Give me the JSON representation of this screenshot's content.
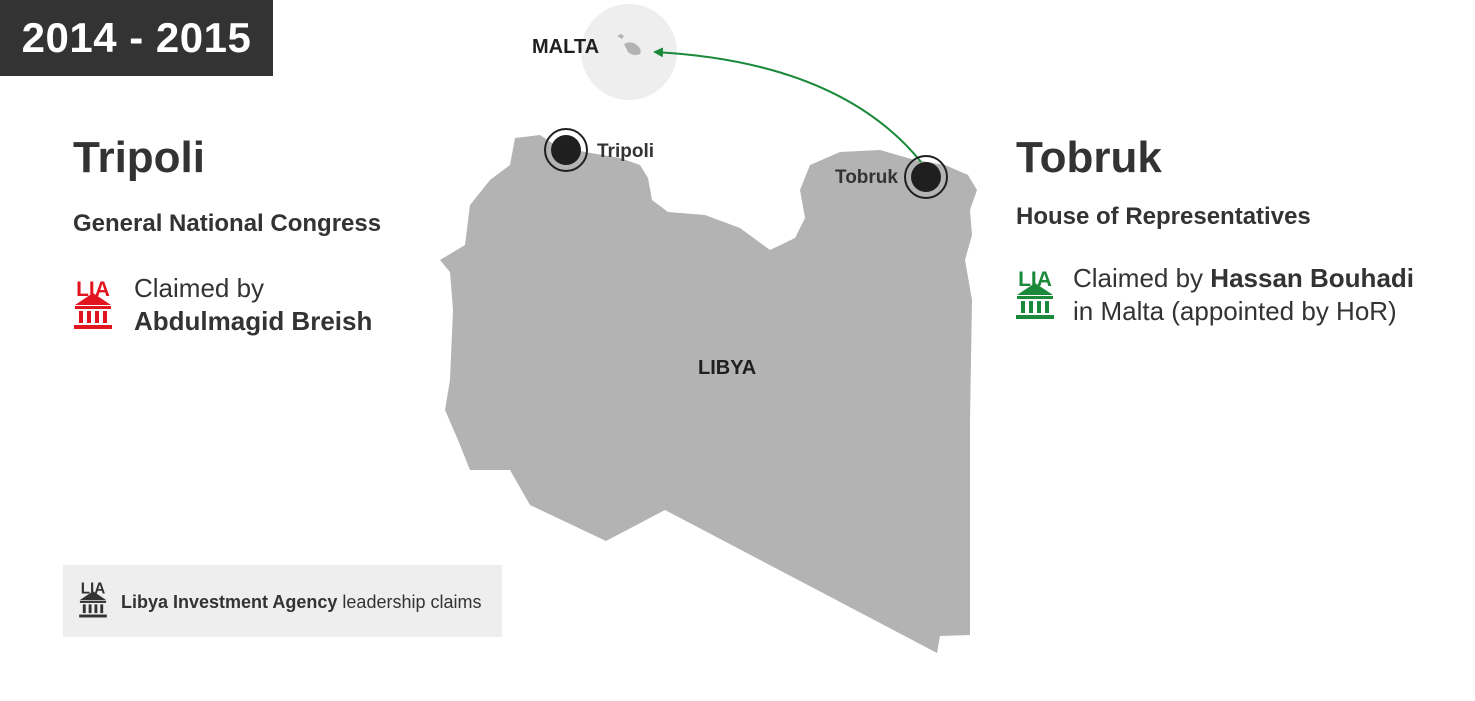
{
  "period": "2014 - 2015",
  "map": {
    "country_label": "LIBYA",
    "malta_label": "MALTA",
    "tripoli_label": "Tripoli",
    "tobruk_label": "Tobruk",
    "country_fill": "#b3b3b3",
    "malta_circle_fill": "#eeeeee",
    "arrow_color": "#1a8a3a"
  },
  "left": {
    "city": "Tripoli",
    "government": "General National Congress",
    "claim_prefix": "Claimed by",
    "claimant": "Abdulmagid Breish",
    "icon": "lia-bank-icon",
    "icon_color": "#e2141d"
  },
  "right": {
    "city": "Tobruk",
    "government": "House of Representatives",
    "claim_prefix": "Claimed by",
    "claimant": "Hassan Bouhadi",
    "claim_suffix": "in Malta (appointed by HoR)",
    "icon": "lia-bank-icon",
    "icon_color": "#1a8a3a"
  },
  "legend": {
    "bold": "Libya Investment Agency",
    "rest": "leadership claims",
    "icon": "lia-bank-icon",
    "icon_color": "#333333"
  },
  "icon_text": "LIA"
}
